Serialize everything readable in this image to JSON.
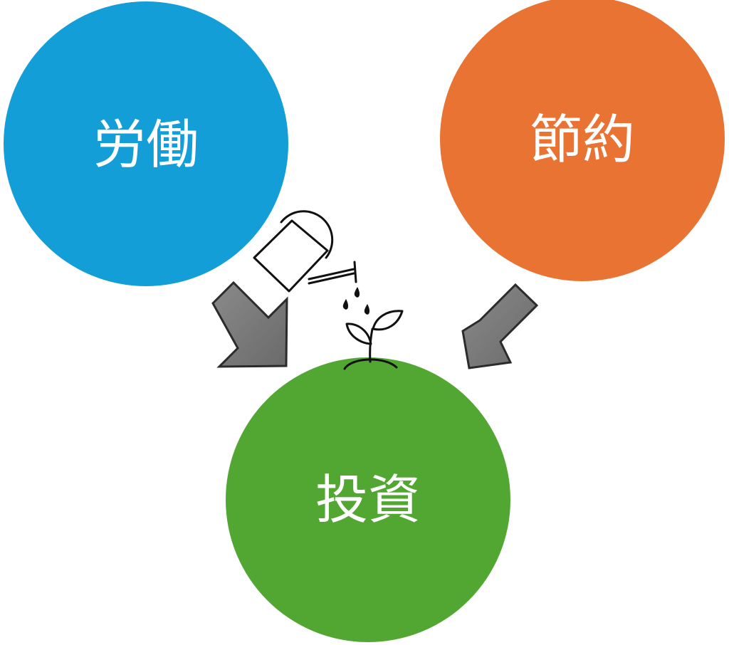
{
  "nodes": {
    "labor": {
      "label": "労働",
      "color": "#139ED8"
    },
    "saving": {
      "label": "節約",
      "color": "#E97333"
    },
    "investment": {
      "label": "投資",
      "color": "#52A732"
    }
  },
  "arrows": {
    "fill_color": "#7F7F7F",
    "stroke_color": "#2B2B2B"
  },
  "illustration": {
    "watering_can": "watering-can-icon",
    "sprout": "sprout-icon"
  }
}
